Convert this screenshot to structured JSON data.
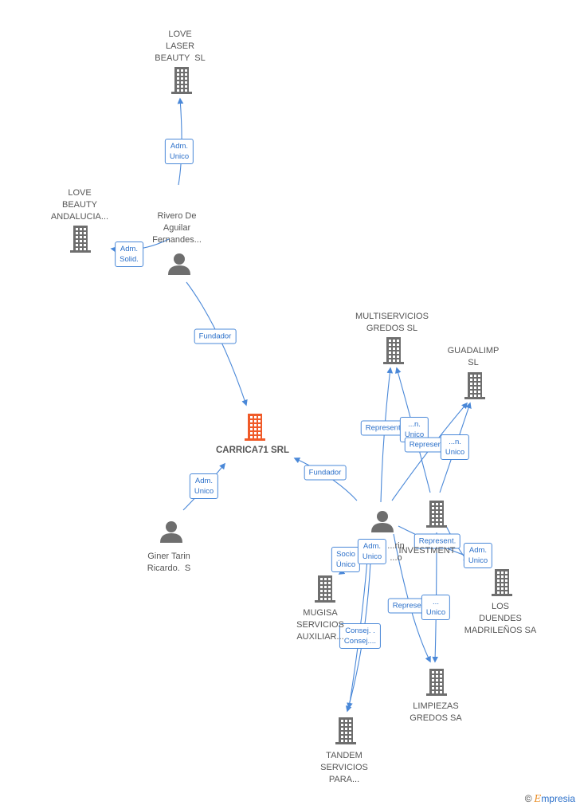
{
  "nodes": [
    {
      "id": "love_laser",
      "type": "company",
      "label": "LOVE\nLASER\nBEAUTY  SL"
    },
    {
      "id": "love_beauty",
      "type": "company",
      "label": "LOVE\nBEAUTY\nANDALUCIA..."
    },
    {
      "id": "rivero",
      "type": "person",
      "label": "Rivero De\nAguilar\nFernandes..."
    },
    {
      "id": "carrica",
      "type": "company",
      "main": true,
      "label": "CARRICA71 SRL"
    },
    {
      "id": "giner",
      "type": "person",
      "label": "Giner Tarin\nRicardo.  S"
    },
    {
      "id": "multiservicios",
      "type": "company",
      "label": "MULTISERVICIOS\nGREDOS SL"
    },
    {
      "id": "guadalimp",
      "type": "company",
      "label": "GUADALIMP\nSL"
    },
    {
      "id": "person2",
      "type": "person",
      "label": "...rin\n...o"
    },
    {
      "id": "investment",
      "type": "company",
      "label": "INVESTMENT"
    },
    {
      "id": "los_duendes",
      "type": "company",
      "label": "LOS\nDUENDES\nMADRILEÑOS SA"
    },
    {
      "id": "mugisa",
      "type": "company",
      "label": "MUGISA\nSERVICIOS\nAUXILIAR..."
    },
    {
      "id": "limpiezas",
      "type": "company",
      "label": "LIMPIEZAS\nGREDOS SA"
    },
    {
      "id": "tandem",
      "type": "company",
      "label": "TANDEM\nSERVICIOS\nPARA..."
    }
  ],
  "edges": [
    {
      "id": "e1",
      "from": "rivero",
      "to": "love_laser",
      "label": "Adm.\nUnico"
    },
    {
      "id": "e2",
      "from": "rivero",
      "to": "love_beauty",
      "label": "Adm.\nSolid."
    },
    {
      "id": "e3",
      "from": "rivero",
      "to": "carrica",
      "label": "Fundador"
    },
    {
      "id": "e4",
      "from": "giner",
      "to": "carrica",
      "label": "Adm.\nUnico"
    },
    {
      "id": "e5",
      "from": "person2",
      "to": "carrica",
      "label": "Fundador"
    },
    {
      "id": "e6",
      "from": "person2",
      "to": "multiservicios",
      "label": "Represent."
    },
    {
      "id": "e7",
      "from": "investment",
      "to": "multiservicios",
      "label": "...n.\nUnico"
    },
    {
      "id": "e8",
      "from": "person2",
      "to": "guadalimp",
      "label": "Represent."
    },
    {
      "id": "e9",
      "from": "investment",
      "to": "guadalimp",
      "label": "...n.\nUnico"
    },
    {
      "id": "e10",
      "from": "person2",
      "to": "mugisa",
      "label": "Socio\nÚnico"
    },
    {
      "id": "e11",
      "from": "person2",
      "to": "tandem",
      "label": "Adm.\nUnico"
    },
    {
      "id": "e12",
      "from": "person2",
      "to": "tandem",
      "label": "Consej. .\nConsej...."
    },
    {
      "id": "e13",
      "from": "investment",
      "to": "los_duendes",
      "label": "Represent."
    },
    {
      "id": "e14",
      "from": "person2",
      "to": "los_duendes",
      "label": "Adm.\nUnico"
    },
    {
      "id": "e15",
      "from": "person2",
      "to": "limpiezas",
      "label": "Represent."
    },
    {
      "id": "e16",
      "from": "investment",
      "to": "limpiezas",
      "label": "...\nUnico"
    }
  ],
  "colors": {
    "edge": "#4a88d8",
    "node": "#6e6e6e",
    "main_node": "#f05a28",
    "label": "#555555"
  },
  "footer": {
    "copyright": "©",
    "brand_first": "E",
    "brand_rest": "mpresia"
  }
}
